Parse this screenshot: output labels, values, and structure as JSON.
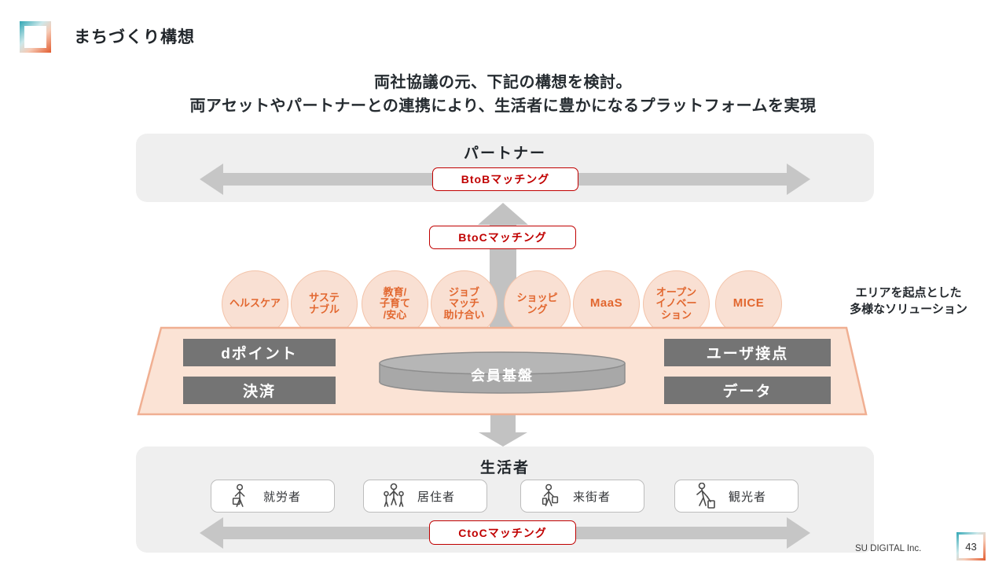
{
  "page": {
    "title": "まちづくり構想",
    "page_number": "43",
    "footer_company": "SU DIGITAL Inc."
  },
  "statement": {
    "line1": "両社協議の元、下記の構想を検討。",
    "line2": "両アセットやパートナーとの連携により、生活者に豊かになるプラットフォームを実現"
  },
  "partner": {
    "title": "パートナー",
    "badge": "BtoBマッチング"
  },
  "matching": {
    "btoc": "BtoCマッチング",
    "ctoc": "CtoCマッチング"
  },
  "solutions": {
    "note_line1": "エリアを起点とした",
    "note_line2": "多様なソリューション",
    "circles": [
      {
        "label": "ヘルスケア"
      },
      {
        "label": "サステ\nナブル"
      },
      {
        "label": "教育/\n子育て\n/安心"
      },
      {
        "label": "ジョブ\nマッチ\n助け合い"
      },
      {
        "label": "ショッピ\nング"
      },
      {
        "label": "MaaS"
      },
      {
        "label": "オープン\nイノベー\nション"
      },
      {
        "label": "MICE"
      }
    ]
  },
  "platform": {
    "left_items": [
      "dポイント",
      "決済"
    ],
    "center_item": "会員基盤",
    "right_items": [
      "ユーザ接点",
      "データ"
    ]
  },
  "residents": {
    "title": "生活者",
    "personas": [
      {
        "label": "就労者",
        "icon": "worker-icon"
      },
      {
        "label": "居住者",
        "icon": "family-icon"
      },
      {
        "label": "来街者",
        "icon": "city-visitor-icon"
      },
      {
        "label": "観光者",
        "icon": "tourist-icon"
      }
    ]
  },
  "colors": {
    "accent_red": "#c00000",
    "peach_fill": "#fbe3d5",
    "peach_border": "#f0af92",
    "orange_text": "#e2672f",
    "arrow_gray": "#c5c5c5",
    "panel_gray": "#efefef",
    "item_box_gray": "#747474",
    "brand_teal": "#2fa6b4",
    "brand_orange": "#e25b2e"
  }
}
